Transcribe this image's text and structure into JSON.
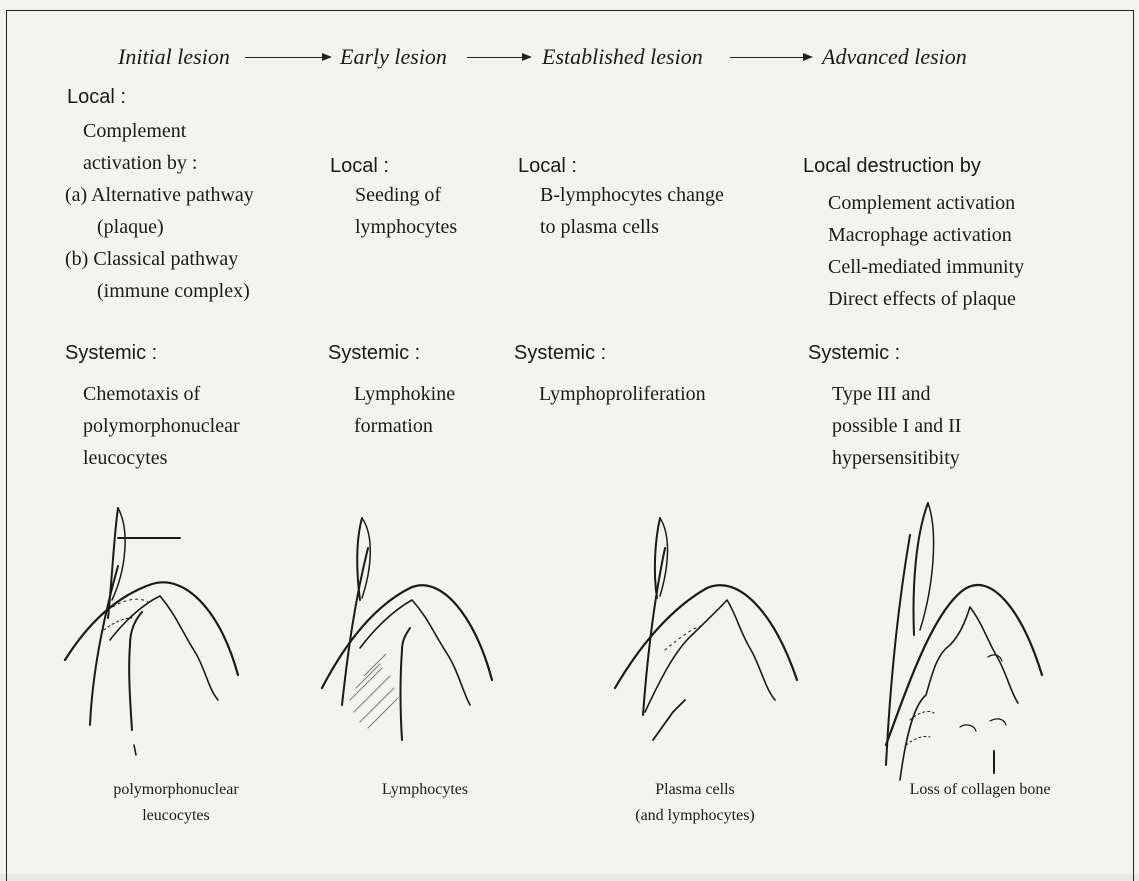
{
  "stages": [
    "Initial lesion",
    "Early lesion",
    "Established lesion",
    "Advanced lesion"
  ],
  "columns": [
    {
      "local_heading": "Local :",
      "local_lines": [
        "Complement",
        "activation by :",
        "(a)  Alternative pathway",
        "(plaque)",
        "(b)  Classical pathway",
        "(immune complex)"
      ],
      "systemic_heading": "Systemic :",
      "systemic_lines": [
        "Chemotaxis of",
        "polymorphonuclear",
        "leucocytes"
      ],
      "caption_lines": [
        "polymorphonuclear",
        "leucocytes"
      ],
      "figure_icon": "initial-lesion-sketch"
    },
    {
      "local_heading": "Local :",
      "local_lines": [
        "Seeding of",
        "lymphocytes"
      ],
      "systemic_heading": "Systemic :",
      "systemic_lines": [
        "Lymphokine",
        "formation"
      ],
      "caption_lines": [
        "Lymphocytes"
      ],
      "figure_icon": "early-lesion-sketch"
    },
    {
      "local_heading": "Local :",
      "local_lines": [
        "B-lymphocytes change",
        "to plasma cells"
      ],
      "systemic_heading": "Systemic :",
      "systemic_lines": [
        "Lymphoproliferation"
      ],
      "caption_lines": [
        "Plasma cells",
        "(and lymphocytes)"
      ],
      "figure_icon": "established-lesion-sketch"
    },
    {
      "local_heading": "Local destruction by",
      "local_lines": [
        "Complement activation",
        "Macrophage activation",
        "Cell-mediated immunity",
        "Direct effects of plaque"
      ],
      "systemic_heading": "Systemic :",
      "systemic_lines": [
        "Type III and",
        "possible  I  and II",
        "hypersensitibity"
      ],
      "caption_lines": [
        "Loss of collagen bone"
      ],
      "figure_icon": "advanced-lesion-sketch"
    }
  ]
}
